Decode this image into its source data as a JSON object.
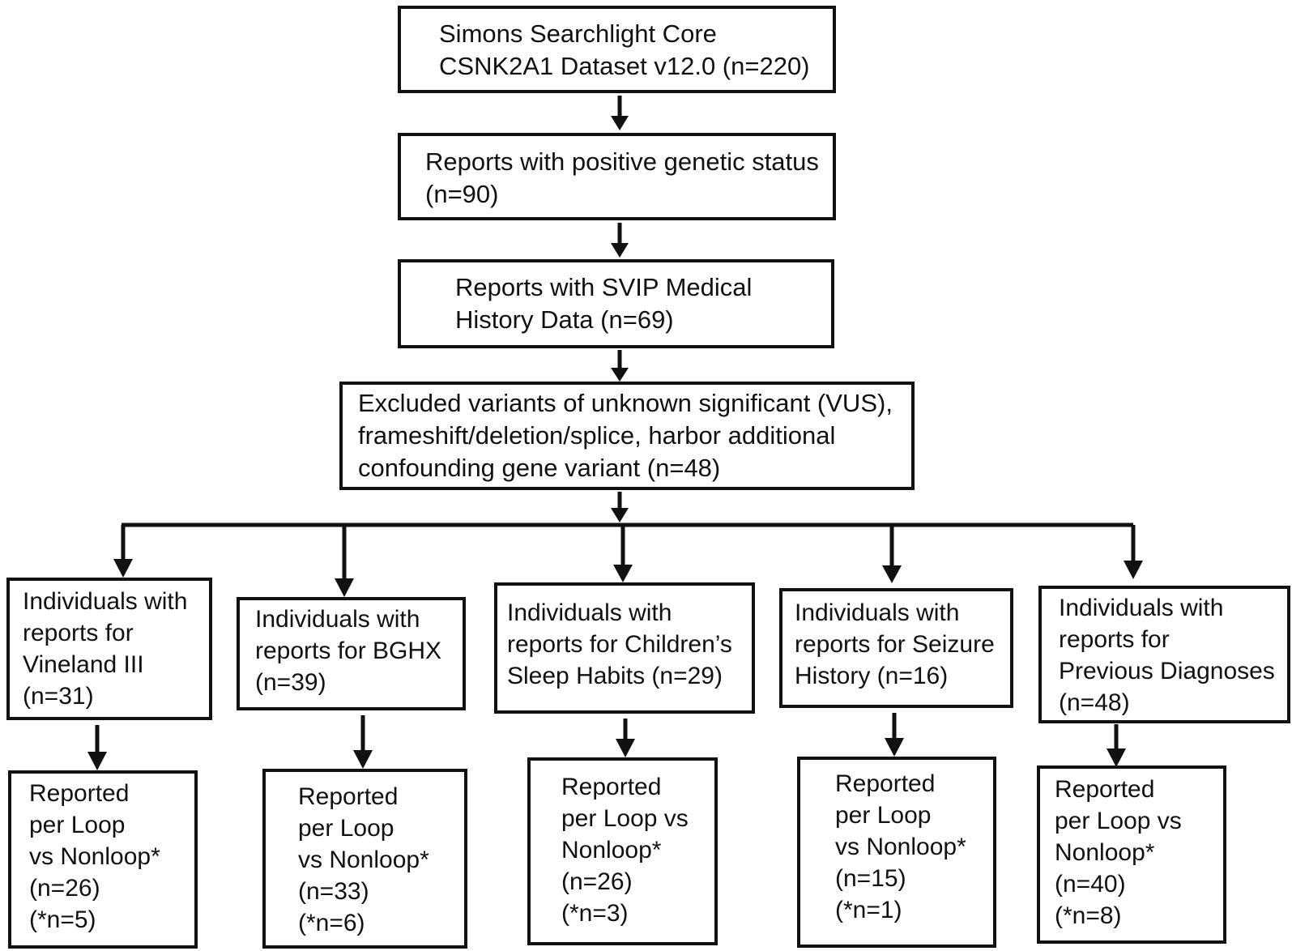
{
  "diagram": {
    "top": {
      "box1": [
        "Simons Searchlight Core",
        "CSNK2A1 Dataset v12.0 (n=220)"
      ],
      "box2": [
        "Reports with positive genetic status",
        "(n=90)"
      ],
      "box3": [
        "Reports with SVIP Medical",
        "History Data (n=69)"
      ],
      "box4": [
        "Excluded variants of unknown significant (VUS),",
        "frameshift/deletion/splice, harbor additional",
        "confounding gene variant (n=48)"
      ]
    },
    "branches": [
      {
        "category": [
          "Individuals with",
          "reports for",
          "Vineland III",
          "(n=31)"
        ],
        "reported": [
          "Reported",
          "per Loop",
          "vs Nonloop*",
          "(n=26)",
          "(*n=5)"
        ]
      },
      {
        "category": [
          "Individuals with",
          "reports for BGHX",
          "(n=39)"
        ],
        "reported": [
          "Reported",
          "per Loop",
          "vs Nonloop*",
          "(n=33)",
          "(*n=6)"
        ]
      },
      {
        "category": [
          "Individuals  with",
          "reports for Children’s",
          "Sleep Habits  (n=29)"
        ],
        "reported": [
          "Reported",
          "per Loop vs",
          "Nonloop*",
          "(n=26)",
          "(*n=3)"
        ]
      },
      {
        "category": [
          "Individuals  with",
          "reports for Seizure",
          "History  (n=16)"
        ],
        "reported": [
          "Reported",
          "per Loop",
          "vs Nonloop*",
          "(n=15)",
          "(*n=1)"
        ]
      },
      {
        "category": [
          "Individuals with",
          "reports for",
          "Previous Diagnoses",
          "(n=48)"
        ],
        "reported": [
          "Reported",
          "per Loop vs",
          "Nonloop*",
          "(n=40)",
          "(*n=8)"
        ]
      }
    ]
  }
}
